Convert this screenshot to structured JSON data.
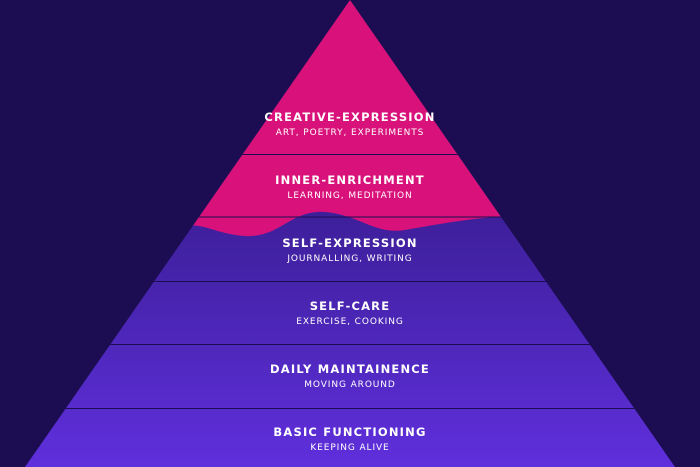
{
  "colors": {
    "background": "#1c0d52",
    "upper_tiers": "#d8127a",
    "lower_tiers_top": "#211262",
    "lower_tiers_bottom": "#5f2fdc",
    "divider": "#1c0d52",
    "text": "#ffffff"
  },
  "tiers": [
    {
      "title": "CREATIVE-EXPRESSION",
      "examples": "ART, POETRY, EXPERIMENTS"
    },
    {
      "title": "INNER-ENRICHMENT",
      "examples": "LEARNING, MEDITATION"
    },
    {
      "title": "SELF-EXPRESSION",
      "examples": "JOURNALLING, WRITING"
    },
    {
      "title": "SELF-CARE",
      "examples": "EXERCISE, COOKING"
    },
    {
      "title": "DAILY MAINTAINENCE",
      "examples": "MOVING AROUND"
    },
    {
      "title": "BASIC FUNCTIONING",
      "examples": "KEEPING ALIVE"
    }
  ]
}
